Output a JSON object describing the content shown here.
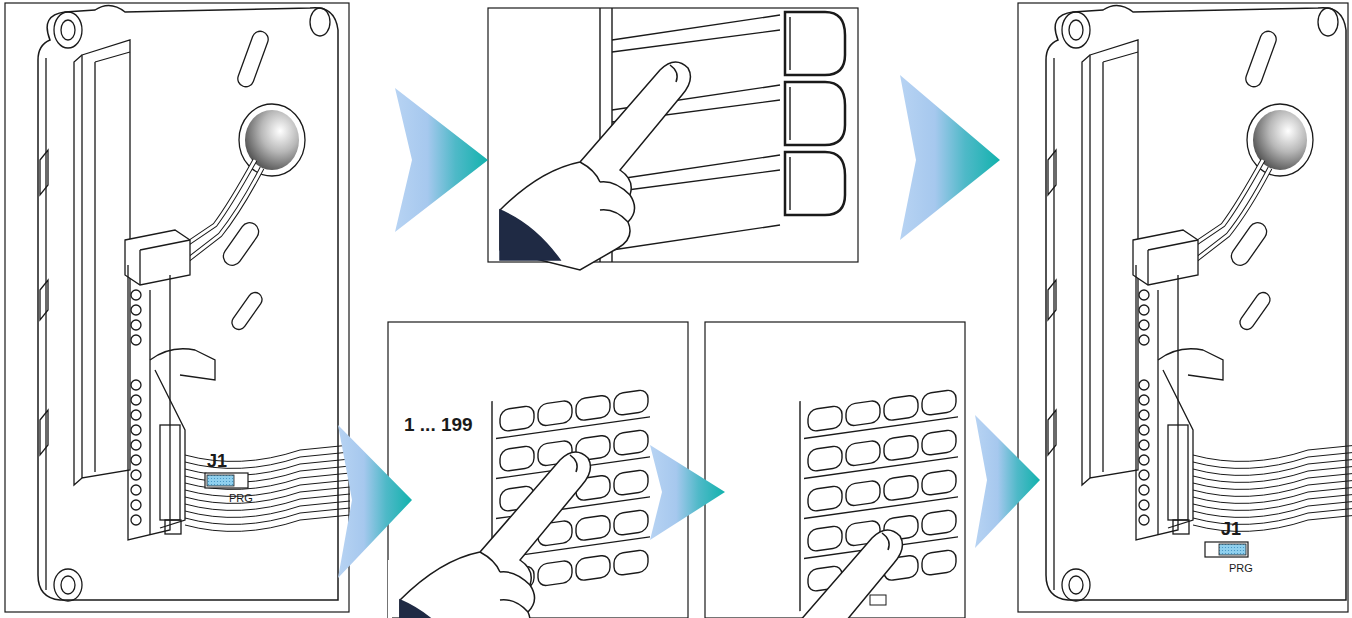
{
  "diagram": {
    "labels": [
      "J1",
      "PRG",
      "1 ... 199",
      "J1",
      "PRG"
    ]
  }
}
